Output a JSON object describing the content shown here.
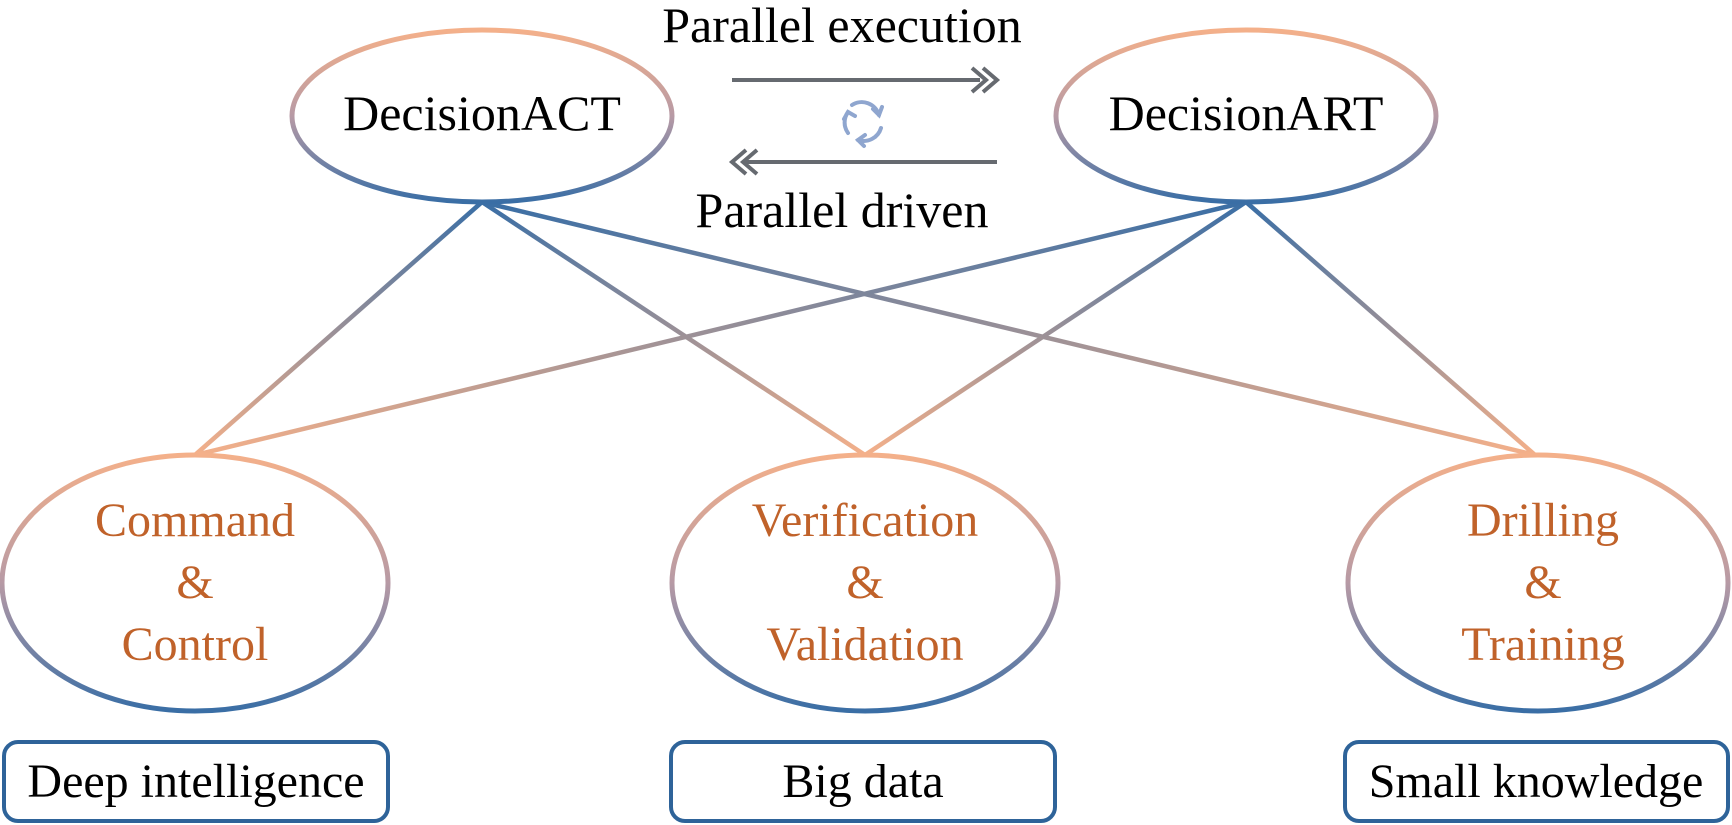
{
  "top_nodes": [
    {
      "label": "DecisionACT"
    },
    {
      "label": "DecisionART"
    }
  ],
  "flows": {
    "forward_label": "Parallel execution",
    "backward_label": "Parallel driven",
    "cycle_icon": "recycle-arrows-icon"
  },
  "bottom_nodes": [
    {
      "lines": [
        "Command",
        "&",
        "Control"
      ],
      "tag": "Deep intelligence"
    },
    {
      "lines": [
        "Verification",
        "&",
        "Validation"
      ],
      "tag": "Big data"
    },
    {
      "lines": [
        "Drilling",
        "&",
        "Training"
      ],
      "tag": "Small knowledge"
    }
  ],
  "colors": {
    "peach": "#f4b08a",
    "blue": "#3a6ea5",
    "bottom_text": "#c0622a",
    "box_border": "#2e6399",
    "arrow": "#666a70",
    "cycle_icon": "#8fa6cf"
  }
}
